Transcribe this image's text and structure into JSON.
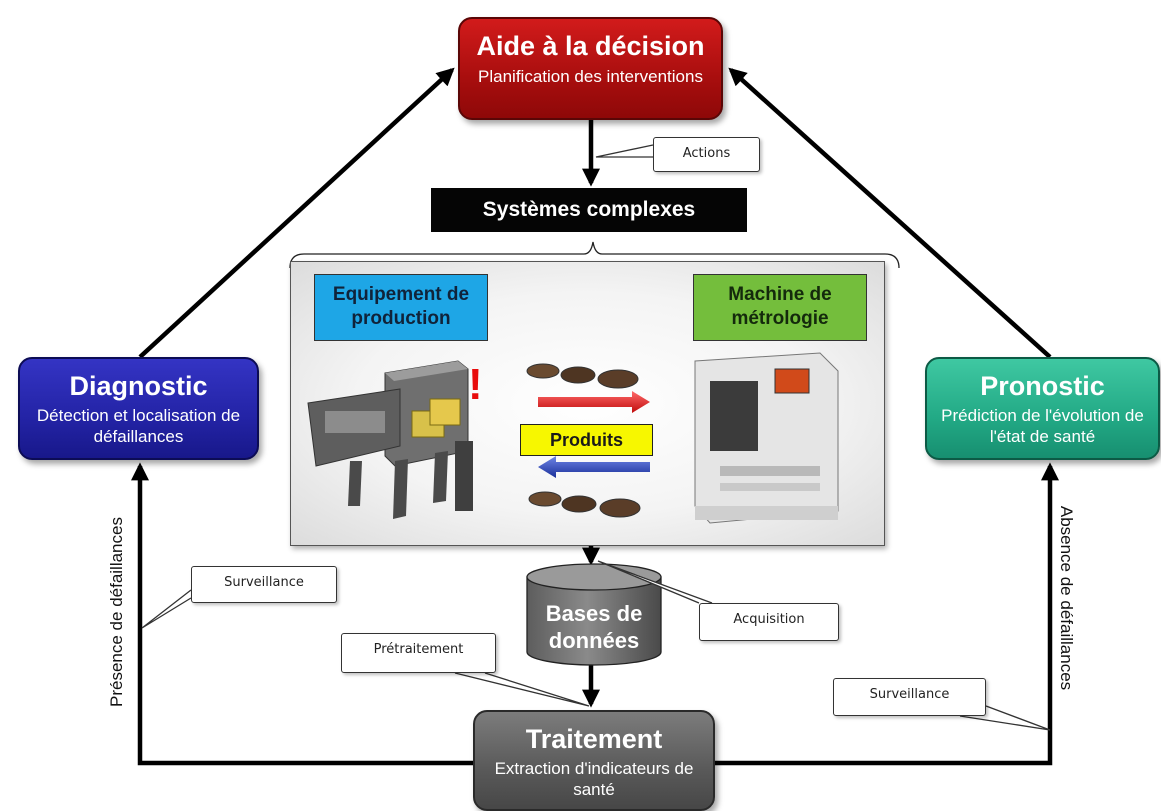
{
  "decision": {
    "title": "Aide à la décision",
    "subtitle": "Planification des interventions"
  },
  "diagnostic": {
    "title": "Diagnostic",
    "subtitle": "Détection et localisation de défaillances"
  },
  "pronostic": {
    "title": "Pronostic",
    "subtitle": "Prédiction de l'évolution de l'état de santé"
  },
  "traitement": {
    "title": "Traitement",
    "subtitle": "Extraction d'indicateurs de santé"
  },
  "systemes": "Systèmes complexes",
  "equipement": "Equipement de production",
  "machine": "Machine de métrologie",
  "produits": "Produits",
  "database": "Bases de données",
  "callouts": {
    "actions": "Actions",
    "surveillance_left": "Surveillance",
    "acquisition": "Acquisition",
    "pretraitement": "Prétraitement",
    "surveillance_right": "Surveillance"
  },
  "side_labels": {
    "left": "Présence de défaillances",
    "right": "Absence de défaillances"
  },
  "colors": {
    "decision": "#b01010",
    "diagnostic": "#2525a8",
    "pronostic": "#22a985",
    "traitement": "#5a5a5a",
    "equipement_label": "#1ea6e6",
    "machine_label": "#74be3c",
    "produits_label": "#f7f700",
    "arrow_right": "#e01f1f",
    "arrow_left": "#1f3fb5"
  }
}
